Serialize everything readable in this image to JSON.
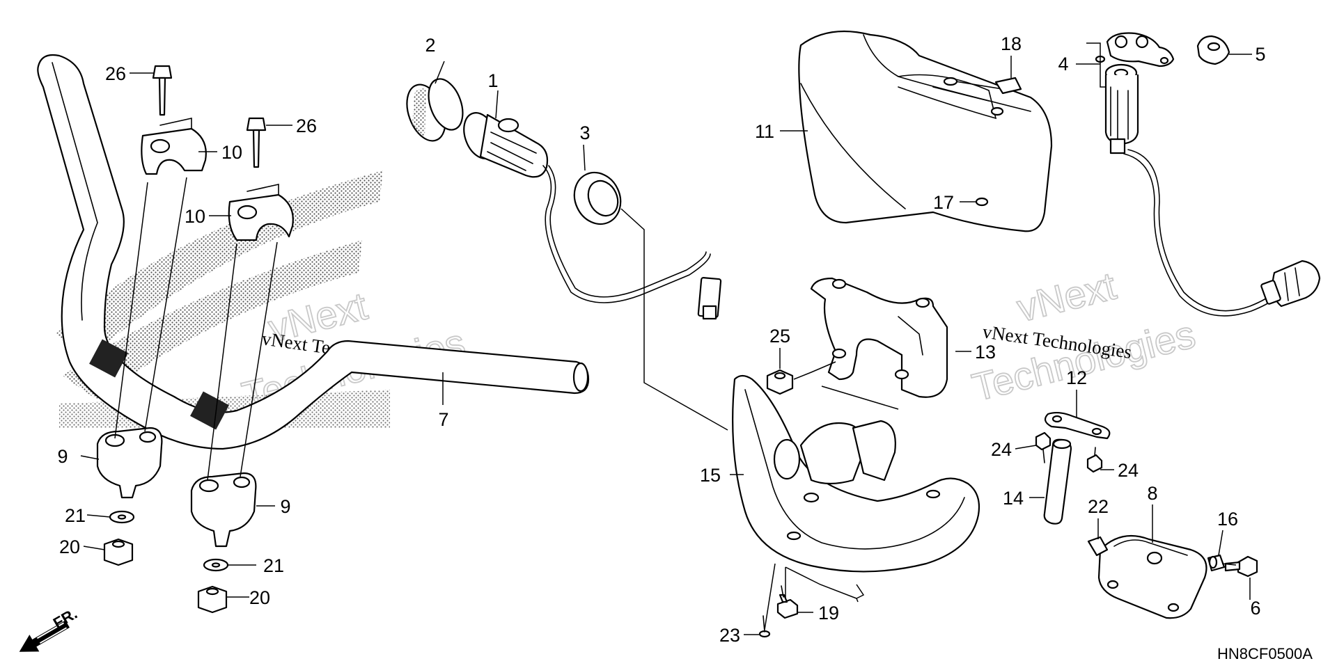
{
  "diagram": {
    "callouts": [
      "1",
      "2",
      "3",
      "4",
      "5",
      "6",
      "7",
      "8",
      "9",
      "10",
      "11",
      "12",
      "13",
      "14",
      "15",
      "16",
      "17",
      "18",
      "19",
      "20",
      "21",
      "22",
      "23",
      "24",
      "25",
      "26"
    ],
    "watermark": {
      "small": "vNext Technologies",
      "big_top": "vNext",
      "big_bottom": "Technologies"
    },
    "figure_code": "HN8CF0500A",
    "direction_label": "FR."
  },
  "colors": {
    "line": "#000000",
    "background": "#ffffff",
    "watermark_outline": "#c9c9c9",
    "dot_texture": "#555555"
  }
}
